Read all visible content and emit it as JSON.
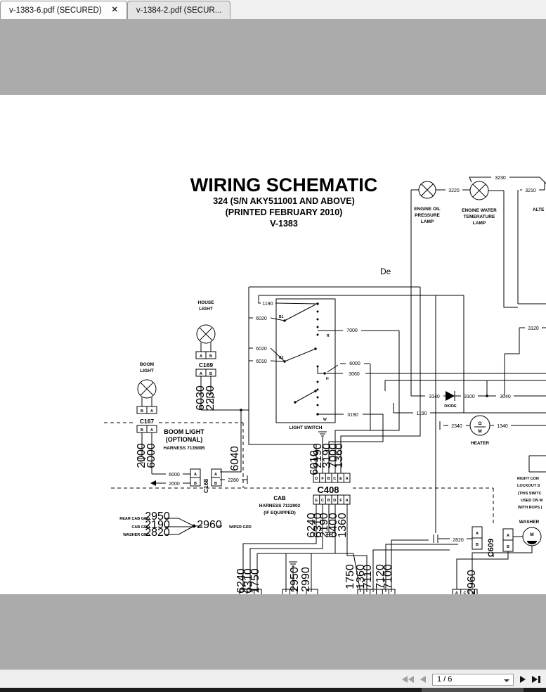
{
  "tabs": [
    {
      "label": "v-1383-6.pdf (SECURED)",
      "close_glyph": "✕"
    },
    {
      "label": "v-1384-2.pdf (SECUR..."
    }
  ],
  "title": [
    "WIRING SCHEMATIC",
    "324 (S/N AKY511001 AND ABOVE)",
    "(PRINTED FEBRUARY 2010)",
    "V-1383"
  ],
  "stray_text": "De",
  "comp": {
    "eol": [
      "ENGINE OIL",
      "PRESSURE",
      "LAMP"
    ],
    "ewt": [
      "ENGINE WATER",
      "TEMERATURE",
      "LAMP"
    ],
    "alt": "ALTE",
    "diode": "DIODE",
    "heater": "HEATER",
    "heater_sym_top": "Ω",
    "heater_sym_bot": "M",
    "washer": "WASHER",
    "motor_m": "M",
    "house": [
      "HOUSE",
      "LIGHT"
    ],
    "boom": [
      "BOOM",
      "LIGHT"
    ],
    "light_switch": "LIGHT SWITCH",
    "boomopt": [
      "BOOM LIGHT",
      "(OPTIONAL)",
      "HARNESS 7135895"
    ],
    "cab": [
      "CAB",
      "HARNESS 7112902",
      "(IF EQUIPPED)"
    ],
    "rc": [
      "RIGHT CON",
      "LOCKOUT S",
      "(THIS SWITC",
      "USED ON M",
      "WITH ROPS ("
    ],
    "grd": {
      "rear": "REAR CAB GRD",
      "cab": "CAB GRD",
      "washer": "WASHER GRD",
      "wiper": "WIPER GRD"
    }
  },
  "conn": {
    "c167": "C167",
    "c168": "C168",
    "c169": "C169",
    "c408": "C408",
    "c609": "C609"
  },
  "pins": {
    "c408t": [
      "D",
      "F",
      "B",
      "C",
      "E",
      "A"
    ],
    "c408b": [
      "E",
      "C",
      "B",
      "D",
      "F",
      "A"
    ],
    "c167": [
      "B",
      "A"
    ],
    "c169": [
      "A",
      "B"
    ],
    "c168": [
      "A",
      "B"
    ],
    "c609": [
      "A",
      "B"
    ],
    "conn4": [
      "A",
      "C",
      "B"
    ]
  },
  "sw": {
    "b1": "B1",
    "b2": "B2",
    "r": "R",
    "h": "H",
    "w": "W"
  },
  "w": {
    "3220": "3220",
    "3230": "3230",
    "3210": "3210",
    "3120": "3120",
    "3140": "3140",
    "3100": "3100",
    "3040": "3040",
    "1190": "1190",
    "2340": "2340",
    "1340": "1340",
    "7000": "7000",
    "6000": "6000",
    "3060": "3060",
    "6020": "6020",
    "6010": "6010",
    "3190": "3190",
    "2190": "2190",
    "6030": "6030",
    "2230": "2230",
    "2000": "2000",
    "2280": "2280",
    "6040": "6040",
    "2950": "2950",
    "2820": "2820",
    "2960": "2960",
    "6240": "6240",
    "6310": "6310",
    "6400": "6400",
    "1360": "1360",
    "1750": "1750",
    "7110": "7110",
    "7120": "7120",
    "7100": "7100",
    "2990": "2990"
  },
  "pager": {
    "value": "1 / 6"
  }
}
